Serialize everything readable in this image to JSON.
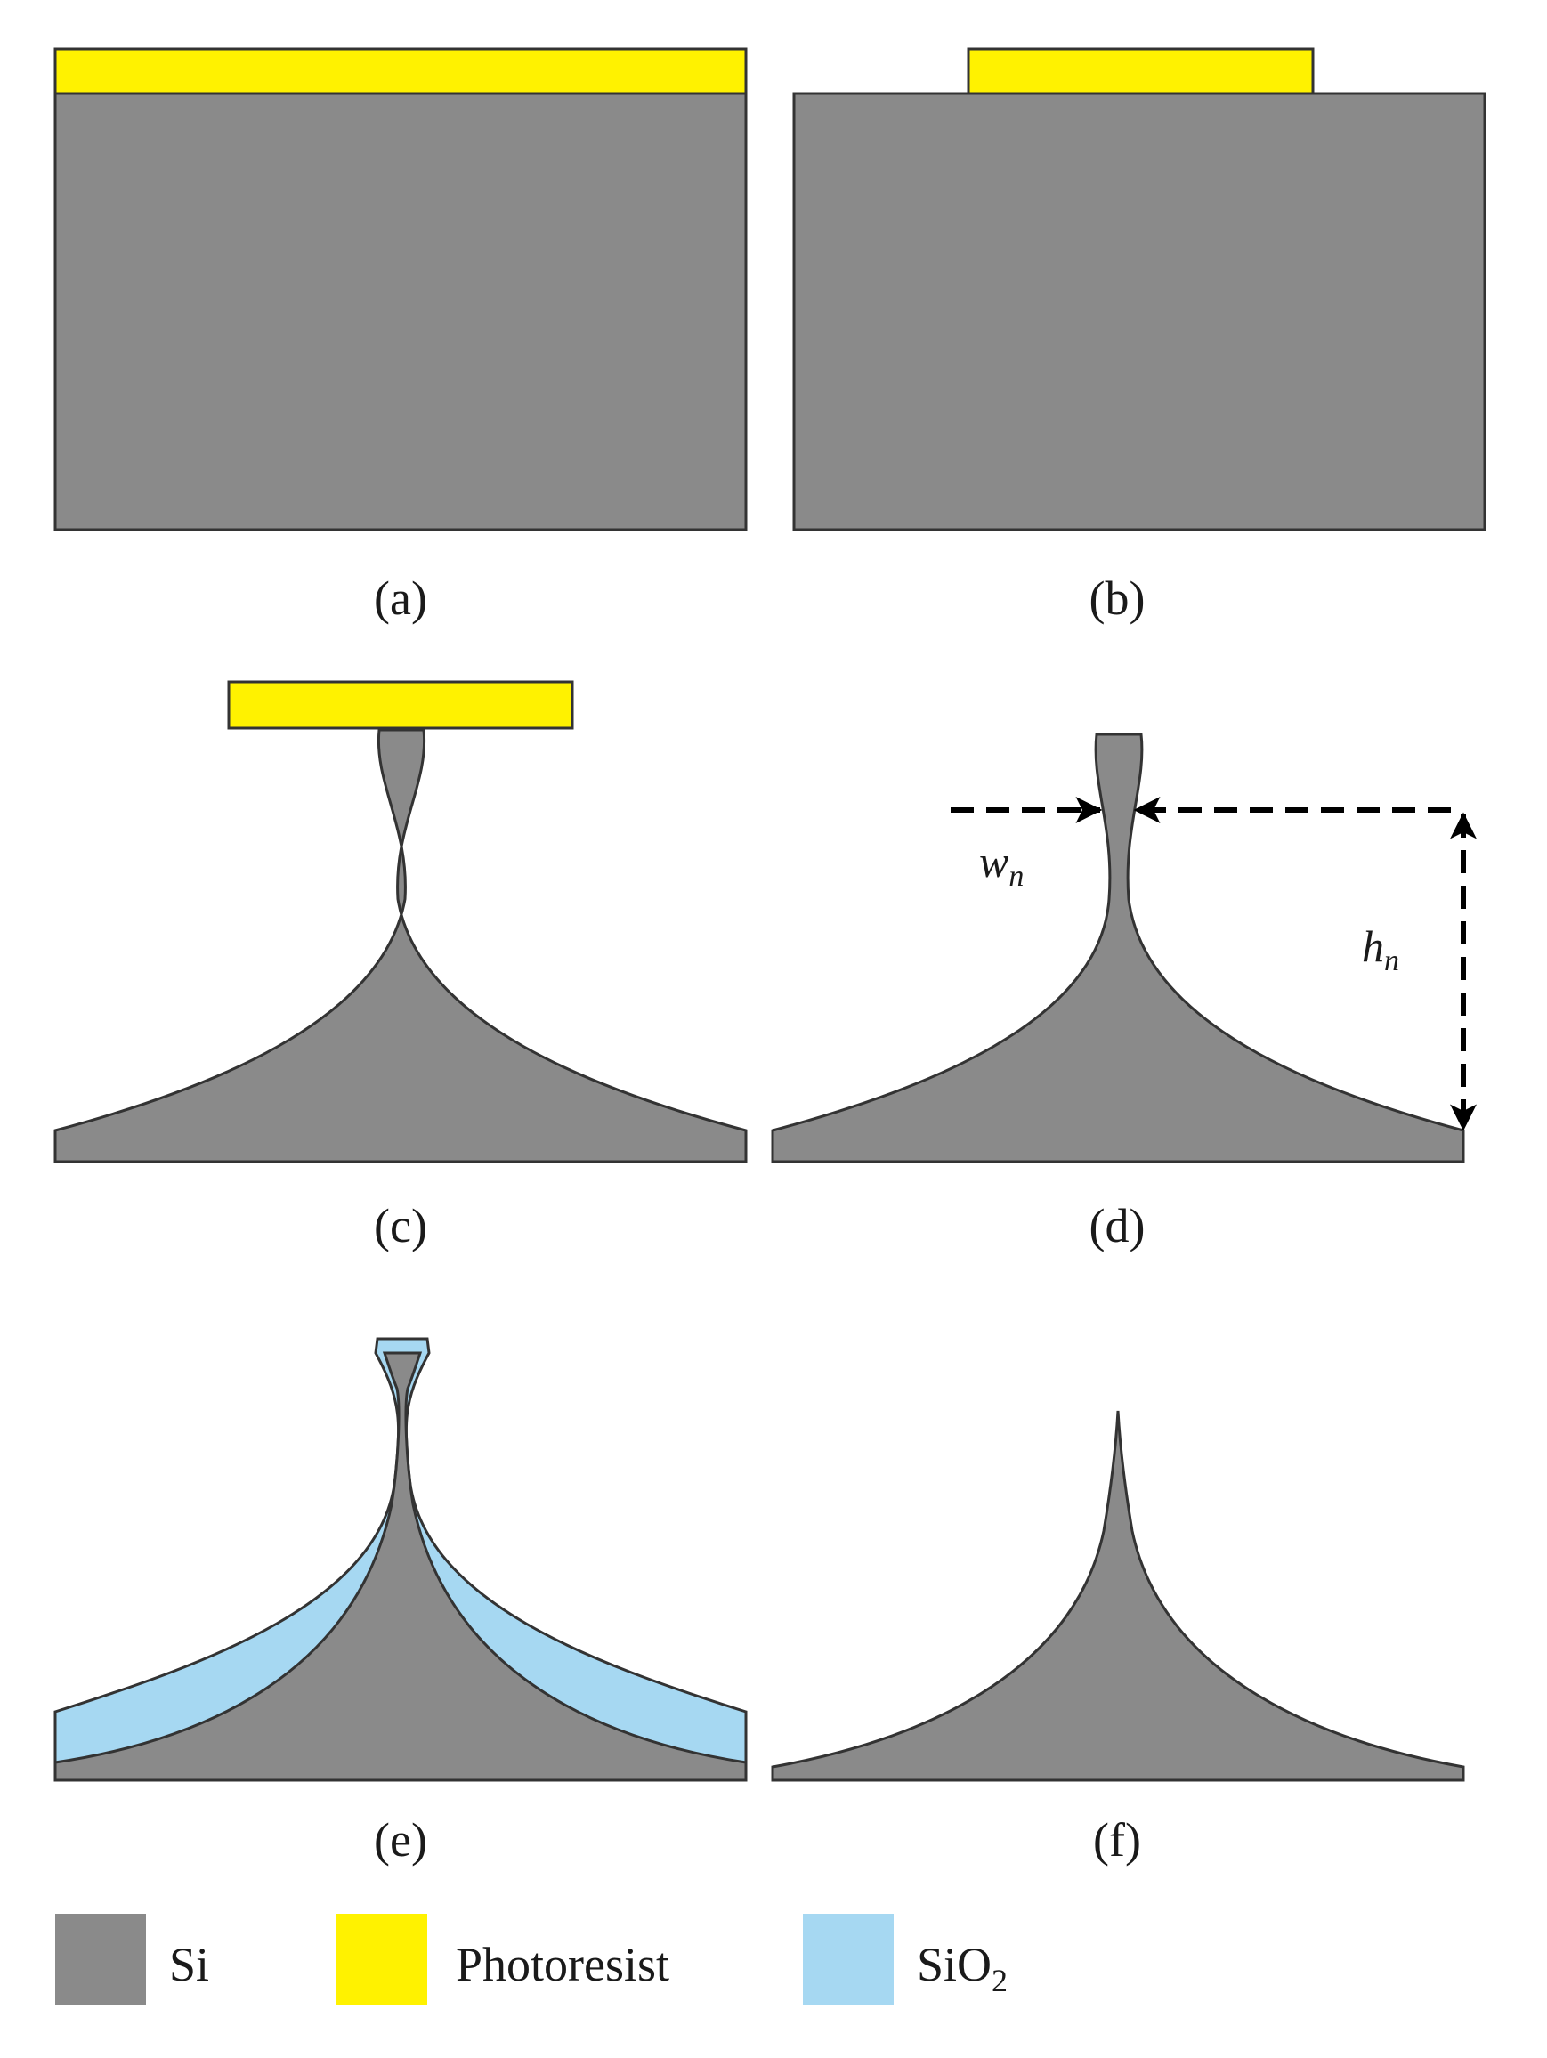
{
  "colors": {
    "si": "#8a8a8a",
    "photoresist": "#fff200",
    "sio2": "#a6d8f2",
    "outline": "#333333"
  },
  "panels": {
    "a": {
      "label": "(a)"
    },
    "b": {
      "label": "(b)"
    },
    "c": {
      "label": "(c)"
    },
    "d": {
      "label": "(d)",
      "width_symbol": "w",
      "width_subscript": "n",
      "height_symbol": "h",
      "height_subscript": "n"
    },
    "e": {
      "label": "(e)"
    },
    "f": {
      "label": "(f)"
    }
  },
  "legend": {
    "si": {
      "label": "Si"
    },
    "photoresist": {
      "label": "Photoresist"
    },
    "sio2": {
      "label": "SiO",
      "subscript": "2"
    }
  }
}
